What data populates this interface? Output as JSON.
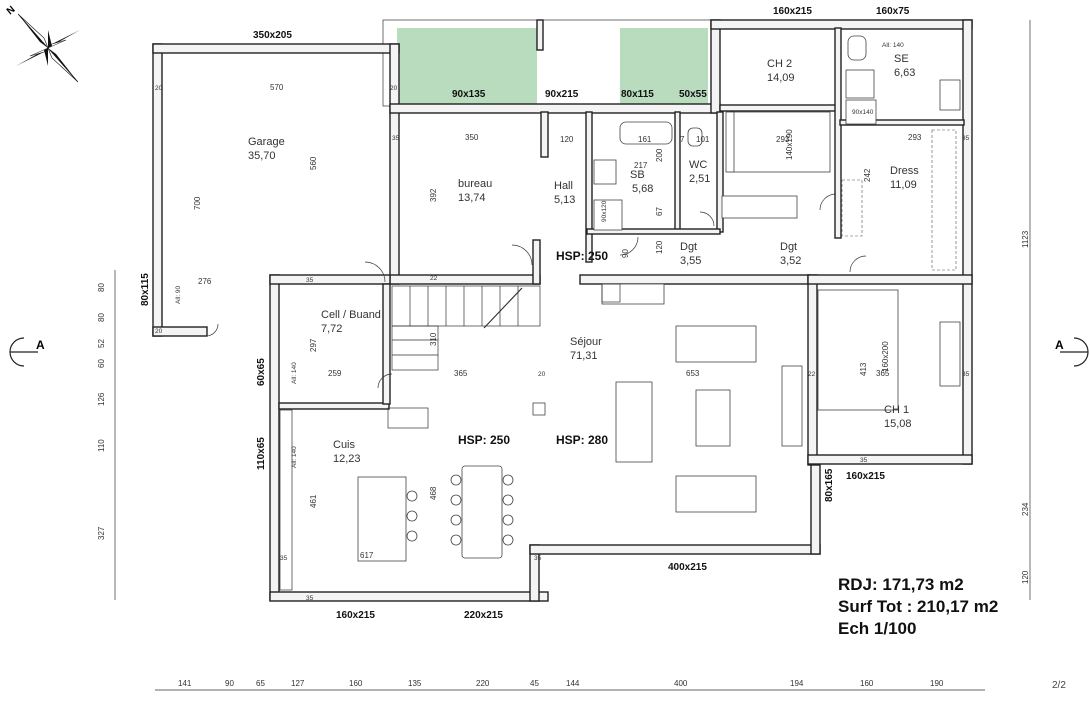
{
  "rooms": {
    "garage": {
      "name": "Garage",
      "area": "35,70"
    },
    "bureau": {
      "name": "bureau",
      "area": "13,74"
    },
    "hall": {
      "name": "Hall",
      "area": "5,13"
    },
    "sb": {
      "name": "SB",
      "area": "5,68"
    },
    "wc": {
      "name": "WC",
      "area": "2,51"
    },
    "ch2": {
      "name": "CH 2",
      "area": "14,09"
    },
    "se": {
      "name": "SE",
      "area": "6,63"
    },
    "dress": {
      "name": "Dress",
      "area": "11,09"
    },
    "dgt1": {
      "name": "Dgt",
      "area": "3,55"
    },
    "dgt2": {
      "name": "Dgt",
      "area": "3,52"
    },
    "cellier": {
      "name": "Cell / Buand",
      "area": "7,72"
    },
    "sejour": {
      "name": "Séjour",
      "area": "71,31"
    },
    "cuis": {
      "name": "Cuis",
      "area": "12,23"
    },
    "ch1": {
      "name": "CH 1",
      "area": "15,08"
    }
  },
  "openings": {
    "garage_door": "350x205",
    "top_ch2": "160x215",
    "top_se": "160x75",
    "w90x135": "90x135",
    "w90x215": "90x215",
    "w80x115": "80x115",
    "w50x55": "50x55",
    "garage_side": "80x115",
    "left_60x65": "60x65",
    "left_110x65": "110x65",
    "right_80x165": "80x165",
    "ch1_bottom": "160x215",
    "sejour_bottom": "400x215",
    "cuis_160": "160x215",
    "cuis_220": "220x215"
  },
  "hsp": {
    "hall": "HSP: 250",
    "cuis": "HSP: 250",
    "sejour": "HSP: 280"
  },
  "sill_labels": {
    "garage": "All: 90",
    "cell": "All: 140",
    "cuis": "All: 140",
    "se": "All: 140"
  },
  "section_label": "A",
  "interior_dims": {
    "garage_w": "570",
    "garage_h": "700",
    "garage_inner": "560",
    "garage_276": "276",
    "bureau_w": "350",
    "bureau_h": "392",
    "hall_w": "120",
    "sb_w": "217",
    "sb_161": "161",
    "sb_200": "200",
    "sb_7": "7",
    "wc_101": "101",
    "dgt_67": "67",
    "dgt_90": "90",
    "dgt_120": "120",
    "ch2_293": "293",
    "dress_293": "293",
    "dress_242": "242",
    "cell_297": "297",
    "cell_259": "259",
    "stair_310": "310",
    "w365": "365",
    "sejour_653": "653",
    "ch1_413": "413",
    "ch1_365": "365",
    "cuis_461": "461",
    "cuis_468": "468",
    "cuis_617": "617",
    "bath_label": "90x120",
    "shower_label": "90x140",
    "bed_ch2": "140x190",
    "bed_ch1": "160x200",
    "wall_20": "20",
    "wall_22": "22",
    "wall_35": "35"
  },
  "left_dims": [
    "80",
    "80",
    "52",
    "60",
    "126",
    "110",
    "327"
  ],
  "right_dims": [
    "1123",
    "234",
    "120"
  ],
  "bottom_dims": [
    "141",
    "90",
    "65",
    "127",
    "160",
    "135",
    "220",
    "45",
    "144",
    "400",
    "194",
    "160",
    "190"
  ],
  "summary": {
    "rdj": "RDJ: 171,73 m2",
    "surf": "Surf Tot : 210,17 m2",
    "scale": "Ech 1/100"
  },
  "page_number": "2/2",
  "compass_label": "N",
  "colors": {
    "garden": "#b9dcbf",
    "wall": "#f4f4f4",
    "line": "#222222"
  }
}
